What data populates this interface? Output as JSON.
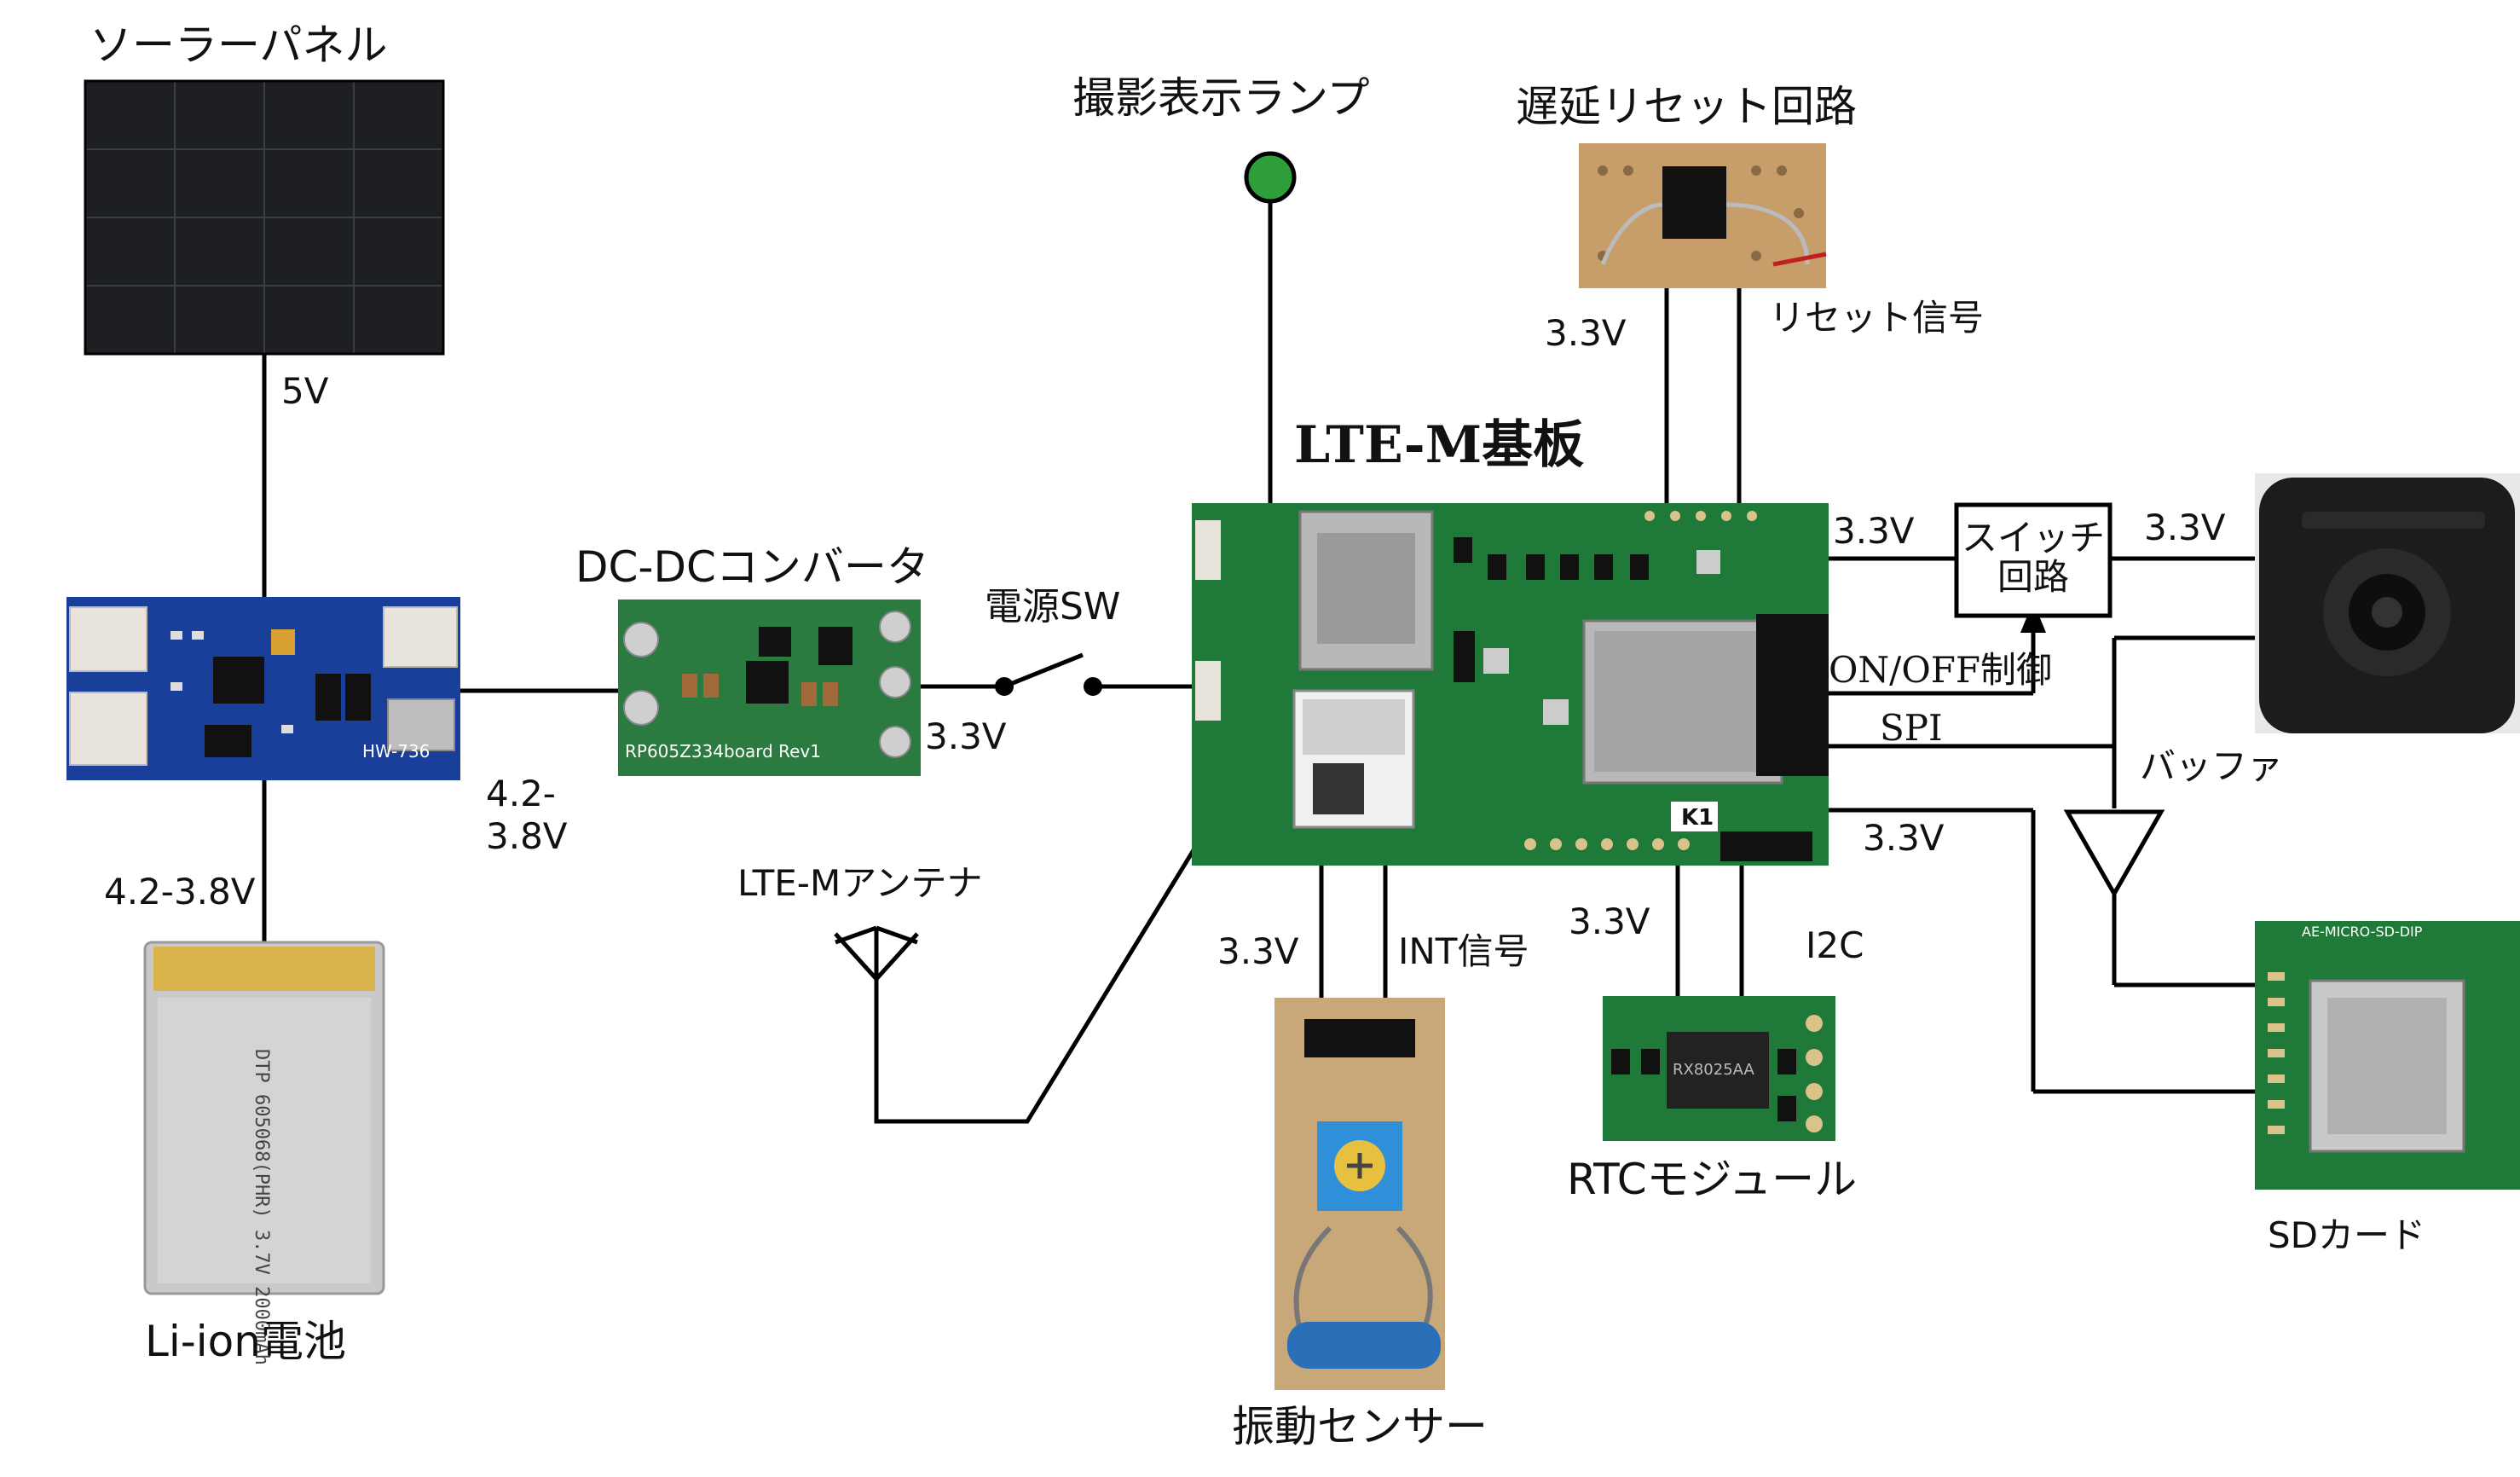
{
  "components": {
    "solar_panel": "ソーラーパネル",
    "li_ion_battery": "Li-ion電池",
    "dcdc": "DC-DCコンバータ",
    "power_switch": "電源SW",
    "shooting_lamp": "撮影表示ランプ",
    "delay_reset": "遅延リセット回路",
    "lte_board": "LTE-M基板",
    "switch_circuit_line1": "スイッチ",
    "switch_circuit_line2": "回路",
    "buffer": "バッファ",
    "antenna": "LTE-Mアンテナ",
    "vibration_sensor": "振動センサー",
    "rtc_module": "RTCモジュール",
    "sd_card": "SDカード"
  },
  "signals": {
    "solar_5v": "5V",
    "battery_v": "4.2-3.8V",
    "charger_out_line1": "4.2-",
    "charger_out_line2": "3.8V",
    "dcdc_out": "3.3V",
    "reset_3v3": "3.3V",
    "reset_signal": "リセット信号",
    "sw_in_3v3": "3.3V",
    "sw_out_3v3": "3.3V",
    "on_off": "ON/OFF制御",
    "spi": "SPI",
    "sd_3v3": "3.3V",
    "vib_3v3": "3.3V",
    "int_signal": "INT信号",
    "rtc_3v3": "3.3V",
    "i2c": "I2C"
  },
  "pcb_marks": {
    "charger_model": "HW-736",
    "dcdc_model": "RP605Z334board Rev1",
    "battery_print": "DTP 605068(PHR) 3.7V 2000mAh",
    "lte_marker": "K1",
    "rtc_chip": "RX8025AA",
    "sd_header": "AE-MICRO-SD-DIP"
  },
  "colors": {
    "lamp": "#2e9e3a",
    "pcb_green": "#1f7a3a",
    "charger_blue": "#1a3f9a",
    "battery_silver": "#c9c9c9",
    "camera_black": "#1c1c1c"
  }
}
